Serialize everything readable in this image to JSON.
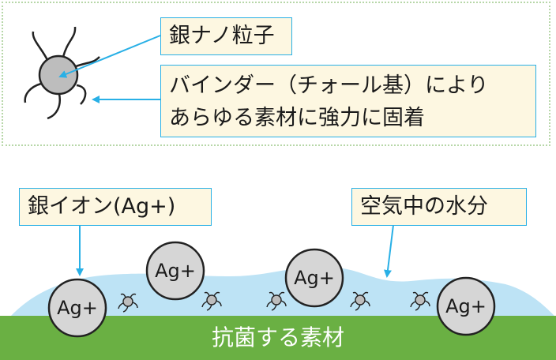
{
  "legend": {
    "nanoparticle_label": "銀ナノ粒子",
    "binder_line1": "バインダー（チォール基）により",
    "binder_line2": "あらゆる素材に強力に固着"
  },
  "labels": {
    "silver_ion": "銀イオン(Ag+)",
    "air_moisture": "空気中の水分",
    "surface": "抗菌する素材"
  },
  "ions": [
    "Ag+",
    "Ag+",
    "Ag+",
    "Ag+"
  ],
  "colors": {
    "callout_border": "#29b0e6",
    "callout_fill": "#fdf7e1",
    "water": "#bde3f5",
    "surface": "#6ab043",
    "particle_core": "#bdbdbd",
    "legend_border": "#b7d7a8"
  }
}
